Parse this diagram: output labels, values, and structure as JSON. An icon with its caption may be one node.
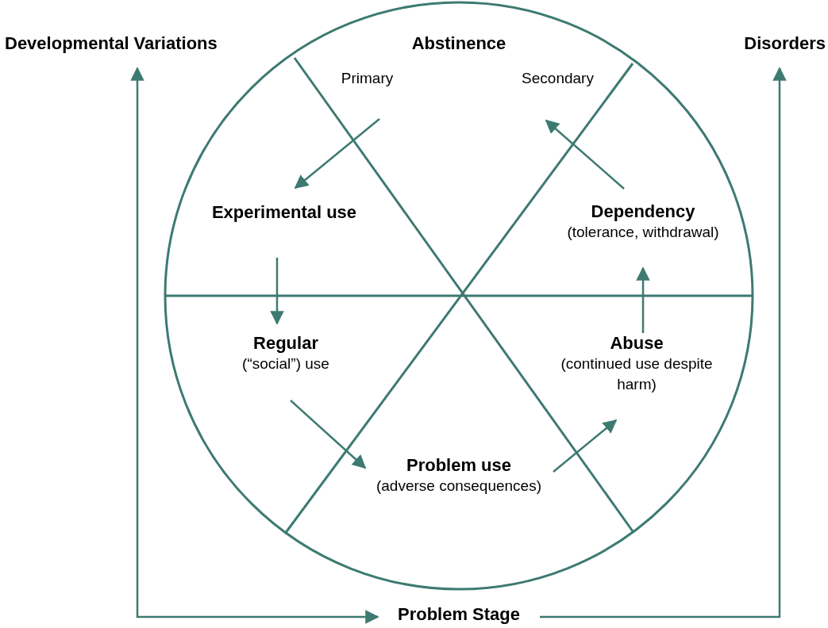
{
  "diagram": {
    "nodes": [
      {
        "text": [
          "Developmental Variations"
        ]
      },
      {
        "text": [
          "Disorders"
        ]
      },
      {
        "text": [
          "Abstinence"
        ]
      },
      {
        "text": [
          "Primary"
        ]
      },
      {
        "text": [
          "Secondary"
        ]
      },
      {
        "text": [
          "Experimental use"
        ]
      },
      {
        "text": [
          "Regular",
          "(“social”) use"
        ]
      },
      {
        "text": [
          "Problem use",
          "(adverse consequences)"
        ]
      },
      {
        "text": [
          "Abuse",
          "(continued use despite harm)"
        ]
      },
      {
        "text": [
          "Dependency",
          "(tolerance, withdrawal)"
        ]
      },
      {
        "text": [
          "Problem Stage"
        ]
      }
    ],
    "edges": [
      {
        "from": 3,
        "to": 5,
        "arrow": "to"
      },
      {
        "from": 5,
        "to": 6,
        "arrow": "to"
      },
      {
        "from": 6,
        "to": 7,
        "arrow": "to"
      },
      {
        "from": 7,
        "to": 8,
        "arrow": "to"
      },
      {
        "from": 8,
        "to": 9,
        "arrow": "to"
      },
      {
        "from": 9,
        "to": 4,
        "arrow": "to"
      },
      {
        "from": 10,
        "to": 0,
        "arrow": "both"
      },
      {
        "from": 10,
        "to": 1,
        "arrow": "to"
      }
    ]
  }
}
